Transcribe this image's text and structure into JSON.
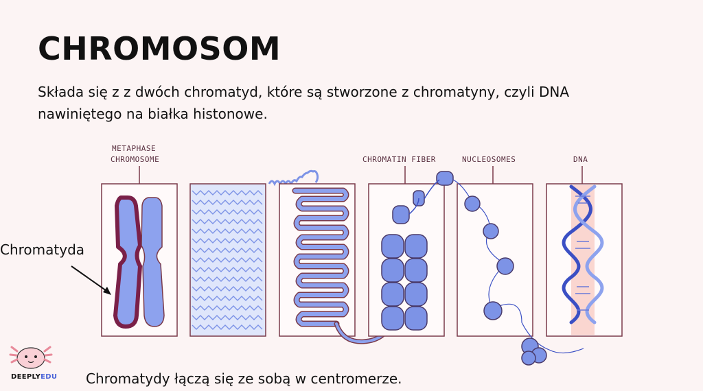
{
  "title": "CHROMOSOM",
  "subtitle": "Składa się z z dwóch chromatyd, które są stworzone z chromatyny, czyli DNA nawiniętego na białka histonowe.",
  "side_label": "Chromatyda",
  "footer": "Chromatydy łączą się ze sobą w centromerze.",
  "logo": {
    "brand": "DEEPLY",
    "suffix": "EDU"
  },
  "diagram_labels": {
    "metaphase_line1": "METAPHASE",
    "metaphase_line2": "CHROMOSOME",
    "chromatin_fiber": "CHROMATIN FIBER",
    "nucleosomes": "NUCLEOSOMES",
    "dna": "DNA"
  },
  "colors": {
    "chromatid_fill": "#8da2ee",
    "chromatid_outline": "#7a2048",
    "dna_strand": "#3b4fc4",
    "panel_border": "#7a3a4a"
  }
}
